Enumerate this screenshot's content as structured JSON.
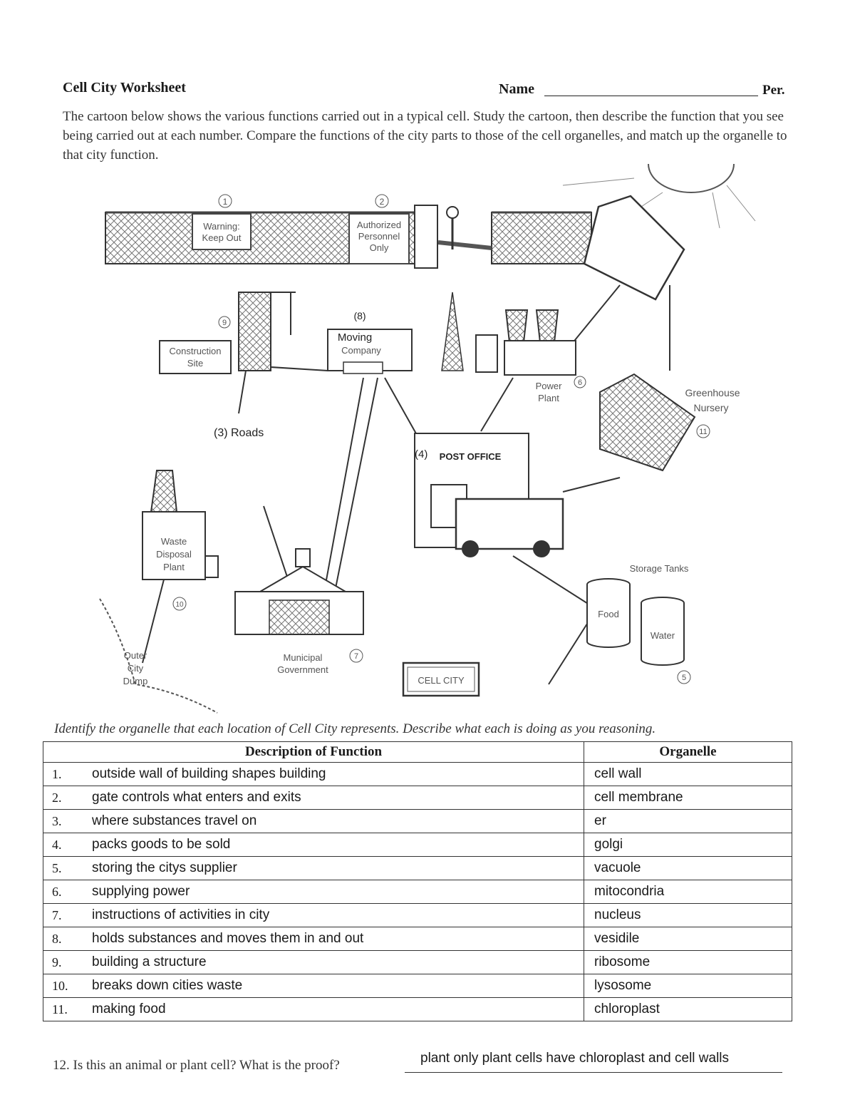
{
  "header": {
    "title": "Cell City Worksheet",
    "name_label": "Name",
    "per_label": "Per."
  },
  "intro": "The cartoon below shows the various functions carried out in a typical cell.  Study the cartoon, then describe the function that you see being carried out at each number.  Compare the functions of the city parts to those of the cell organelles, and match up the organelle to that city function.",
  "cartoon": {
    "sign_1": [
      "Warning:",
      "Keep Out"
    ],
    "sign_2": [
      "Authorized",
      "Personnel",
      "Only"
    ],
    "construction": [
      "Construction",
      "Site"
    ],
    "moving": [
      "Moving",
      "Company"
    ],
    "power_plant": [
      "Power",
      "Plant"
    ],
    "greenhouse": [
      "Greenhouse",
      "Nursery"
    ],
    "roads": "(3) Roads",
    "post_office": "POST OFFICE",
    "waste": [
      "Waste",
      "Disposal",
      "Plant"
    ],
    "dump": [
      "Outer",
      "City",
      "Dump"
    ],
    "government": [
      "Municipal",
      "Government"
    ],
    "storage": "Storage Tanks",
    "food": "Food",
    "water": "Water",
    "cell_city": "CELL CITY",
    "markers": {
      "m1": "1",
      "m2": "2",
      "m9": "9",
      "m8": "(8)",
      "m4": "(4)",
      "m6": "6",
      "m11": "11",
      "m10": "10",
      "m7": "7",
      "m5": "5"
    }
  },
  "instructions": "Identify the organelle that each location of Cell City represents.  Describe what each is doing as you reasoning.",
  "table": {
    "headers": [
      "Description of Function",
      "Organelle"
    ],
    "rows": [
      {
        "num": "1.",
        "desc": "outside wall of building shapes building",
        "organelle": "cell wall"
      },
      {
        "num": "2.",
        "desc": "gate controls what enters and exits",
        "organelle": "cell membrane"
      },
      {
        "num": "3.",
        "desc": "where substances travel on",
        "organelle": "er"
      },
      {
        "num": "4.",
        "desc": "packs goods to be sold",
        "organelle": "golgi"
      },
      {
        "num": "5.",
        "desc": "storing the citys supplier",
        "organelle": "vacuole"
      },
      {
        "num": "6.",
        "desc": "supplying power",
        "organelle": "mitocondria"
      },
      {
        "num": "7.",
        "desc": "instructions of activities in city",
        "organelle": "nucleus"
      },
      {
        "num": "8.",
        "desc": "holds substances and moves them in and out",
        "organelle": "vesidile"
      },
      {
        "num": "9.",
        "desc": "building a structure",
        "organelle": "ribosome"
      },
      {
        "num": "10.",
        "desc": "breaks down cities waste",
        "organelle": "lysosome"
      },
      {
        "num": "11.",
        "desc": "making food",
        "organelle": "chloroplast"
      }
    ]
  },
  "question12": {
    "label": "12. Is this an animal or plant cell?  What is the proof?",
    "answer": "plant only plant cells have chloroplast and cell walls"
  }
}
